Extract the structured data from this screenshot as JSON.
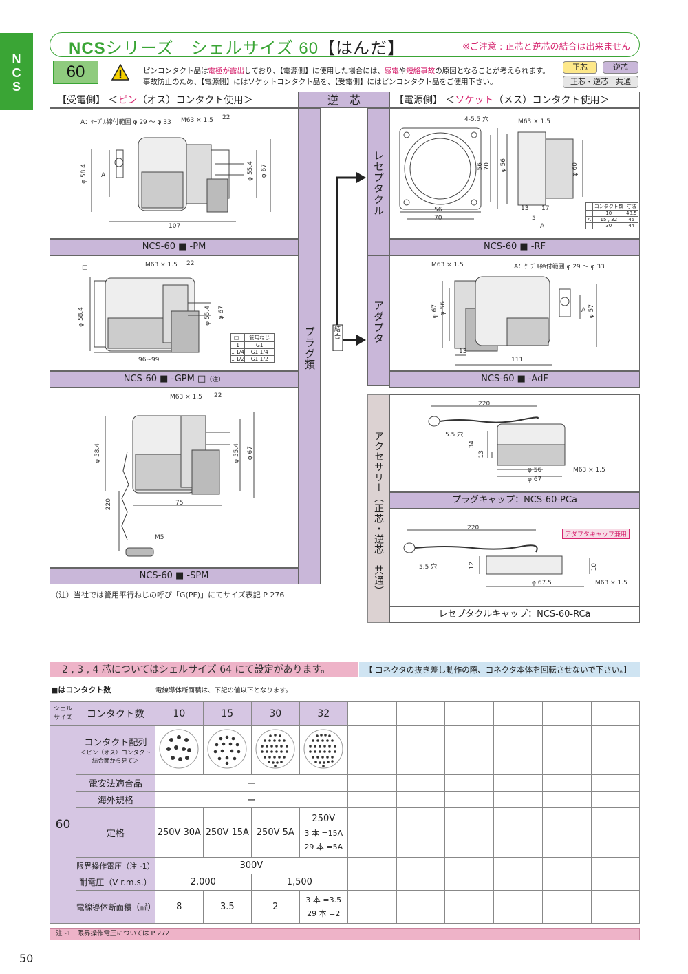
{
  "side_tab": "NCS",
  "title": {
    "series": "NCS",
    "main": "シリーズ　シェルサイズ 60",
    "bracket": "【はんだ】"
  },
  "top_note": "※ご注意 : 正芯と逆芯の結合は出来ません",
  "size_box": "60",
  "warning": {
    "line1_a": "ピンコンタクト品は",
    "line1_red1": "電極が露出",
    "line1_b": "しており、【電源側】に使用した場合には、",
    "line1_red2": "感電",
    "line1_c": "や",
    "line1_red3": "短絡事故",
    "line1_d": "の原因となることが考えられます。",
    "line2": "事故防止のため、【電源側】にはソケットコンタクト品を、【受電側】にはピンコンタクト品をご使用下さい。"
  },
  "tags": {
    "seishin": "正芯",
    "gyakushin": "逆芯",
    "common": "正芯・逆芯　共通"
  },
  "headers": {
    "left": "【受電側】 ＜ピン（オス）コンタクト使用＞",
    "left_a": "【受電側】 ＜",
    "left_pin": "ピン",
    "left_b": "（オス）コンタクト使用＞",
    "center": "逆　芯",
    "right_a": "【電源側】 ＜",
    "right_socket": "ソケット",
    "right_b": "（メス）コンタクト使用＞"
  },
  "captions": {
    "pm": "NCS-60 ■ -PM",
    "gpm": "NCS-60 ■ -GPM □",
    "gpm_note": "（注）",
    "spm": "NCS-60 ■ -SPM",
    "rf": "NCS-60 ■ -RF",
    "adf": "NCS-60 ■ -AdF",
    "pca": "プラグキャップ：NCS-60-PCa",
    "rca": "レセプタクルキャップ：NCS-60-RCa"
  },
  "vlabels": {
    "plug": "プラグ類",
    "receptacle": "レセプタクル",
    "adapter": "アダプタ",
    "accessory": "アクセサリー（正芯・逆芯　共通）",
    "ketsugo": "結合"
  },
  "dims": {
    "pm": {
      "cable": "A：ｹｰﾌﾞﾙ締付範囲 φ 29 〜 φ 33",
      "thread": "M63 × 1.5",
      "d22": "22",
      "d584": "φ 58.4",
      "dA": "A",
      "d554": "φ 55.4",
      "d67": "φ 67",
      "d107": "107"
    },
    "gpm": {
      "sq": "□",
      "thread": "M63 × 1.5",
      "d22": "22",
      "d584": "φ 58.4",
      "d554": "φ 55.4",
      "d67": "φ 67",
      "len": "96~99"
    },
    "pipe_table": {
      "h1": "□",
      "h2": "管用ねじ",
      "rows": [
        [
          "1",
          "G1"
        ],
        [
          "1 1/4",
          "G1 1/4"
        ],
        [
          "1 1/2",
          "G1 1/2"
        ]
      ]
    },
    "spm": {
      "thread": "M63 × 1.5",
      "d22": "22",
      "d584": "φ 58.4",
      "d554": "φ 55.4",
      "d67": "φ 67",
      "d220": "220",
      "d75": "75",
      "m5": "M5"
    },
    "rf": {
      "hole": "4-5.5 穴",
      "thread": "M63 × 1.5",
      "d56": "56",
      "d70": "70",
      "phi56": "φ 56",
      "phi60": "φ 60",
      "d13": "13",
      "d17": "17",
      "d5": "5",
      "dA": "A",
      "h56b": "56",
      "h70b": "70"
    },
    "rf_table": {
      "h1": "コンタクト数",
      "h2": "寸法",
      "rows": [
        [
          "",
          "10",
          "48.5"
        ],
        [
          "A",
          "15 , 32",
          "45"
        ],
        [
          "",
          "30",
          "44"
        ]
      ]
    },
    "adf": {
      "thread": "M63 × 1.5",
      "cable": "A：ｹｰﾌﾞﾙ締付範囲 φ 29 〜 φ 33",
      "phi67": "φ 67",
      "phi56": "φ 56",
      "dA": "A",
      "phi57": "φ 57",
      "d13": "13",
      "d111": "111"
    },
    "pca": {
      "d220": "220",
      "hole": "5.5 穴",
      "d34": "34",
      "d13": "13",
      "phi56": "φ 56",
      "phi67": "φ 67",
      "thread": "M63 × 1.5"
    },
    "rca": {
      "tag": "アダプタキャップ兼用",
      "d220": "220",
      "hole": "5.5 穴",
      "d12": "12",
      "d10": "10",
      "phi675": "φ 67.5",
      "thread": "M63 × 1.5"
    }
  },
  "note_pf": "（注）当社では管用平行ねじの呼び「G(PF)」にてサイズ表記 P 276",
  "pink_bar": "2 , 3 , 4 芯についてはシェルサイズ 64 にて設定があります。",
  "blue_bar": "【 コネクタの抜き差し動作の際、コネクタ本体を回転させないで下さい。】",
  "contact_label": "■はコンタクト数",
  "wire_note": "電線導体断面積は、下記の値以下となります。",
  "spec": {
    "shell_hdr": "シェル\nサイズ",
    "shell_l1": "シェル",
    "shell_l2": "サイズ",
    "count_hdr": "コンタクト数",
    "counts": [
      "10",
      "15",
      "30",
      "32"
    ],
    "shell": "60",
    "layout_title": "コンタクト配列",
    "layout_sub1": "＜ピン（オス）コンタクト",
    "layout_sub2": "結合面から見て＞",
    "denan_label": "電安法適合品",
    "denan": "ー",
    "overseas_label": "海外規格",
    "overseas": "ー",
    "rating_label": "定格",
    "ratings": [
      "250V 30A",
      "250V 15A",
      "250V 5A"
    ],
    "rating32": [
      "250V",
      "3 本 =15A",
      "29 本 =5A"
    ],
    "limit_label": "限界操作電圧（注 -1）",
    "limit": "300V",
    "withstand_label": "耐電圧（V r.m.s.）",
    "withstand": [
      "2,000",
      "1,500"
    ],
    "wire_label": "電線導体断面積（㎟）",
    "wire": [
      "8",
      "3.5",
      "2"
    ],
    "wire32": [
      "3 本 =3.5",
      "29 本 =2"
    ]
  },
  "footnote": "注 -1　限界操作電圧については P 272",
  "page_number": "50",
  "colors": {
    "green": "#3aa535",
    "lavender": "#c9b7d9",
    "pink": "#eeb3c8",
    "red": "#d6246e"
  }
}
